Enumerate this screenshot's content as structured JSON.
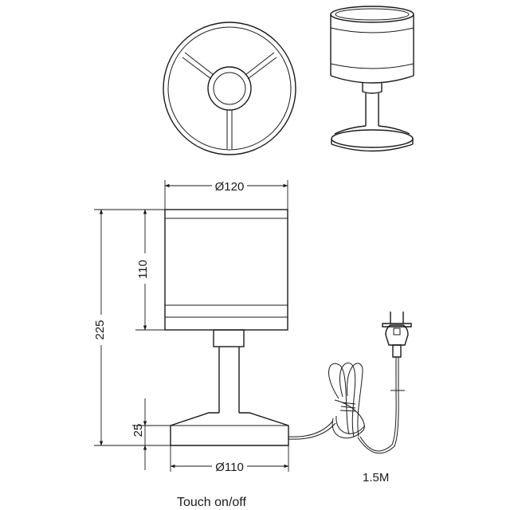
{
  "dimensions": {
    "shade_diameter": "Ø120",
    "shade_height": "110",
    "total_height": "225",
    "base_height": "25",
    "base_diameter": "Ø110",
    "cable_length": "1.5M"
  },
  "caption": "Touch on/off"
}
